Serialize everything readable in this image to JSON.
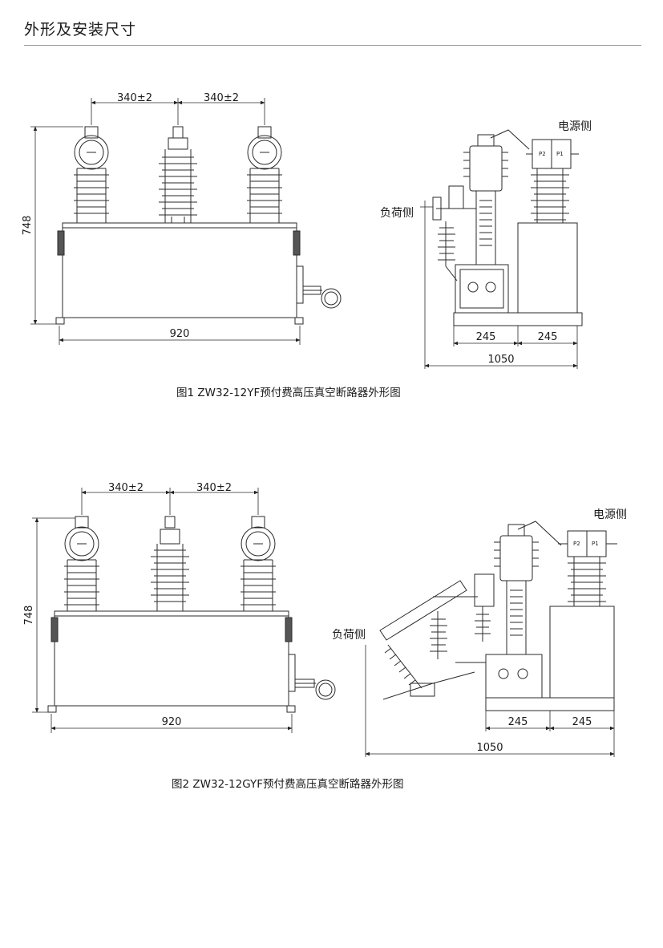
{
  "header": {
    "title": "外形及安装尺寸"
  },
  "figures": [
    {
      "caption": "图1  ZW32-12YF预付费高压真空断路器外形图",
      "dims": {
        "pitch_left": "340±2",
        "pitch_right": "340±2",
        "height": "748",
        "width": "920",
        "side_a": "245",
        "side_b": "245",
        "total": "1050"
      },
      "labels": {
        "source_side": "电源侧",
        "load_side": "负荷侧",
        "ct_p2": "P2",
        "ct_p1": "P1"
      }
    },
    {
      "caption": "图2  ZW32-12GYF预付费高压真空断路器外形图",
      "dims": {
        "pitch_left": "340±2",
        "pitch_right": "340±2",
        "height": "748",
        "width": "920",
        "side_a": "245",
        "side_b": "245",
        "total": "1050"
      },
      "labels": {
        "source_side": "电源侧",
        "load_side": "负荷侧",
        "ct_p2": "P2",
        "ct_p1": "P1"
      }
    }
  ]
}
